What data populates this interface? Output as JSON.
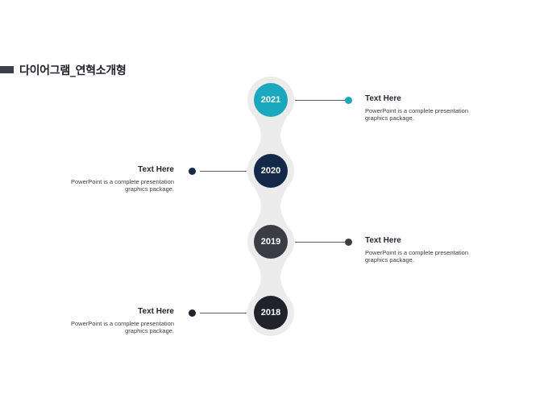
{
  "header": {
    "title": "다이어그램_연혁소개형"
  },
  "colors": {
    "spine": "#ececec",
    "connector": "#5a5d66"
  },
  "timeline": [
    {
      "year": "2021",
      "title": "Text Here",
      "desc_line1": "PowerPoint is a complete presentation",
      "desc_line2": "graphics package.",
      "side": "right",
      "color": "#1aa8bf"
    },
    {
      "year": "2020",
      "title": "Text Here",
      "desc_line1": "PowerPoint is a complete presentation",
      "desc_line2": "graphics package.",
      "side": "left",
      "color": "#14294a"
    },
    {
      "year": "2019",
      "title": "Text Here",
      "desc_line1": "PowerPoint is a complete presentation",
      "desc_line2": "graphics package.",
      "side": "right",
      "color": "#3a3d46"
    },
    {
      "year": "2018",
      "title": "Text Here",
      "desc_line1": "PowerPoint is a complete presentation",
      "desc_line2": "graphics package.",
      "side": "left",
      "color": "#20232b"
    }
  ]
}
